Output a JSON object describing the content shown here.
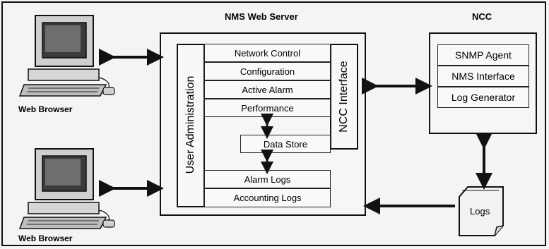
{
  "diagram": {
    "nms_title": "NMS Web Server",
    "ncc_title": "NCC",
    "browser_label_top": "Web Browser",
    "browser_label_bottom": "Web Browser",
    "user_admin": "User Administration",
    "ncc_interface": "NCC Interface",
    "modules": [
      "Network Control",
      "Configuration",
      "Active Alarm",
      "Performance"
    ],
    "data_store": "Data Store",
    "logs_modules": [
      "Alarm Logs",
      "Accounting Logs"
    ],
    "ncc_items": [
      "SNMP Agent",
      "NMS Interface",
      "Log Generator"
    ],
    "logs_doc": "Logs"
  }
}
